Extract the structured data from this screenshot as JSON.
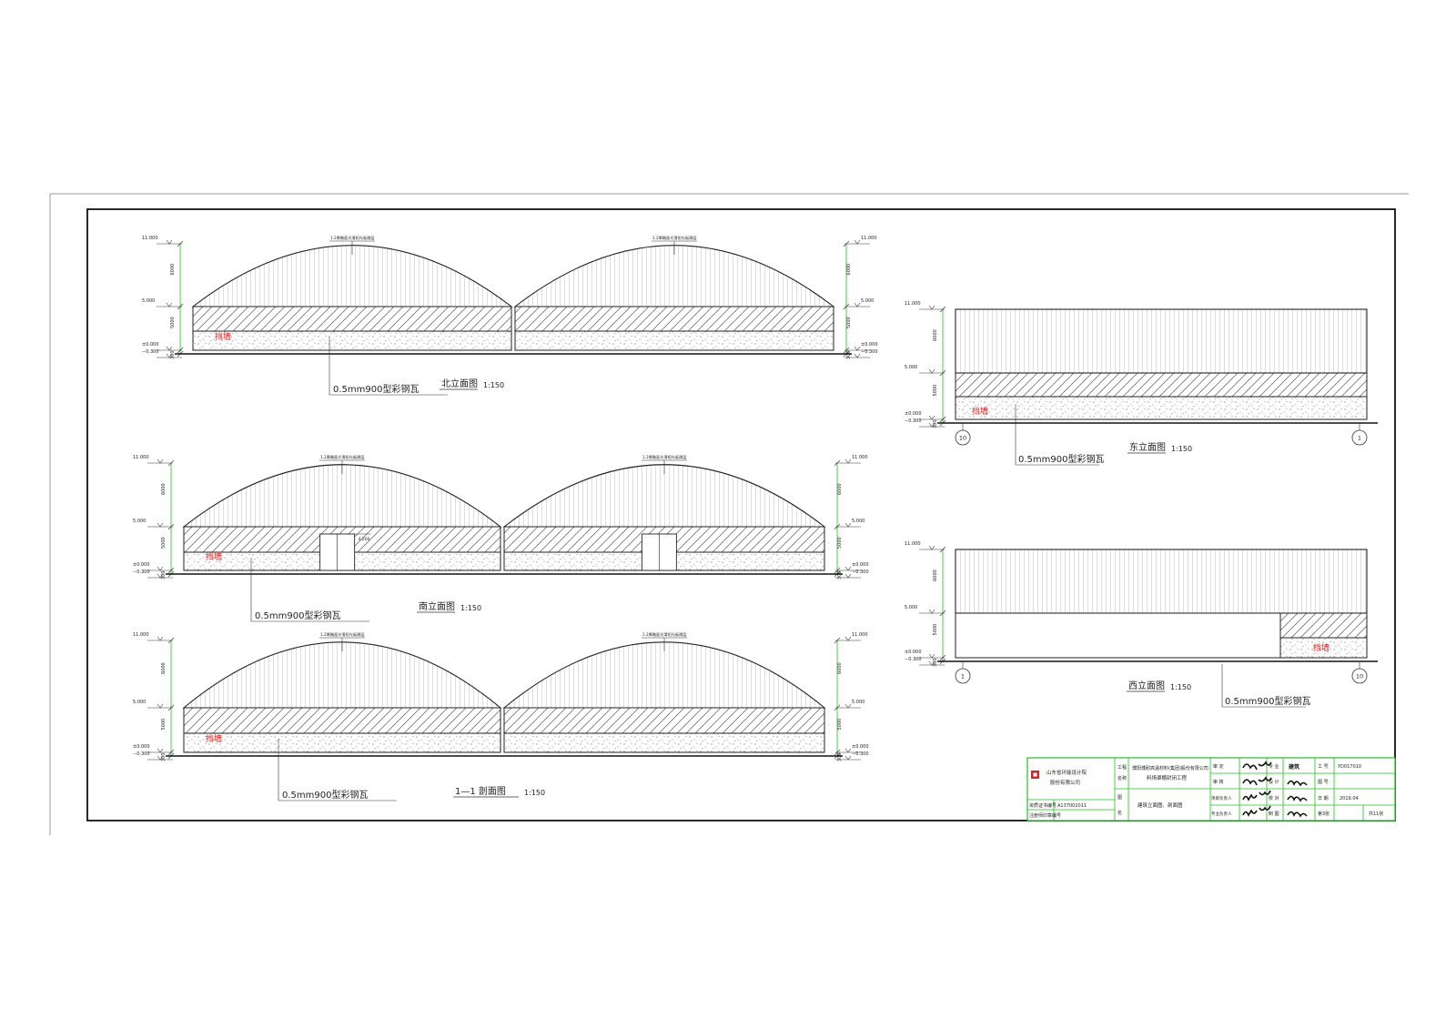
{
  "roof_note": "1.2厚釉面光滑阳光板隔层",
  "elevation": {
    "e11": "11.000",
    "e5": "5.000",
    "e0": "±0.000",
    "em": "−0.300",
    "dim_6000": "6000",
    "dim_5000": "5000",
    "dim_300": "300"
  },
  "wall_tag": "挡墙",
  "steel_tile": "0.5mm900型彩钢瓦",
  "door_level": "4.200",
  "views": {
    "north": {
      "title": "北立面图",
      "scale": "1:150"
    },
    "south": {
      "title": "南立面图",
      "scale": "1:150"
    },
    "section": {
      "title": "1—1 剖面图",
      "scale": "1:150"
    },
    "east": {
      "title": "东立面图",
      "scale": "1:150",
      "axis_left": "10",
      "axis_right": "1"
    },
    "west": {
      "title": "西立面图",
      "scale": "1:150",
      "axis_left": "1",
      "axis_right": "10"
    }
  },
  "title_block": {
    "company_line1": "山东省环能设计院",
    "company_line2": "股份有限公司",
    "cert_label": "资质证书编号",
    "cert_value": "A137002011",
    "reg_label": "注册师印章编号",
    "project_label_1": "工程",
    "project_label_2": "名称",
    "client": "濮阳濮耐高温材料(集团)股份有限公司",
    "project": "料场罩棚封闭工程",
    "drawing_label_1": "图",
    "drawing_label_2": "名",
    "drawing_name": "建筑立面图、剖面图",
    "roles": [
      "审 定",
      "审 核",
      "项目负责人",
      "专业负责人"
    ],
    "roles_b": [
      "专 业",
      "设 计",
      "校 对",
      "制 图"
    ],
    "discipline_label": "建筑",
    "number_label": "工 号",
    "number_value": "YD017010",
    "drawing_no_label": "图 号",
    "date_label": "日 期",
    "date_value": "2019.04",
    "sheet_label": "第3张",
    "total_label": "共11张"
  }
}
